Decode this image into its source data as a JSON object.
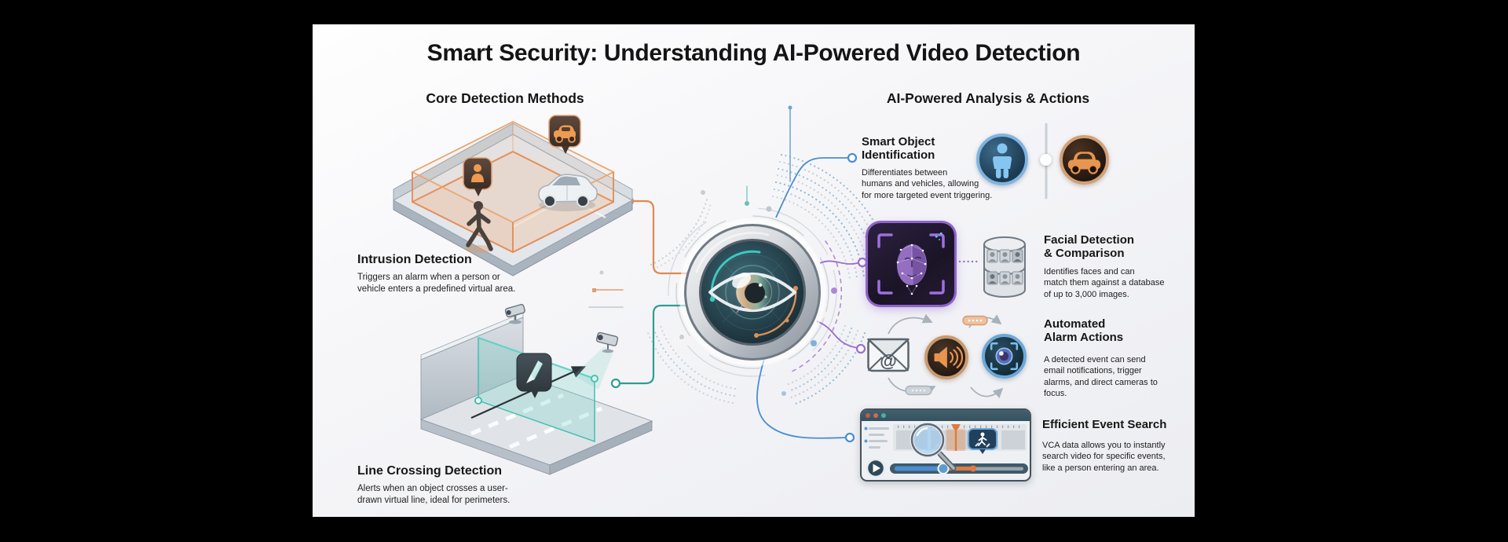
{
  "title": "Smart Security: Understanding AI-Powered Video Detection",
  "columns": {
    "left_heading": "Core Detection Methods",
    "right_heading": "AI-Powered Analysis & Actions"
  },
  "detection_methods": [
    {
      "title": "Intrusion Detection",
      "body": "Triggers an alarm when a person or\nvehicle enters a predefined virtual area."
    },
    {
      "title": "Line Crossing Detection",
      "body": "Alerts when an object crosses a user-\ndrawn virtual line, ideal for perimeters."
    }
  ],
  "analysis_actions": [
    {
      "title": "Smart Object\nIdentification",
      "body": "Differentiates between\nhumans and vehicles, allowing\nfor more targeted event triggering."
    },
    {
      "title": "Facial Detection\n& Comparison",
      "body": "Identifies faces and can\nmatch them against a database\nof up to 3,000 images."
    },
    {
      "title": "Automated\nAlarm Actions",
      "body": "A detected event can send\nemail notifications, trigger\nalarms, and direct cameras to\nfocus."
    },
    {
      "title": "Efficient Event Search",
      "body": "VCA data allows you to instantly\nsearch video for specific events,\nlike a person entering an area."
    }
  ],
  "icons": {
    "email_glyph": "@"
  },
  "colors": {
    "accent_orange": "#e2884f",
    "accent_teal": "#2f9e92",
    "accent_blue": "#4a8ed2",
    "accent_purple": "#9a6fd0",
    "panel_bg": "#f3f3f6",
    "canvas_bg": "#000000"
  }
}
